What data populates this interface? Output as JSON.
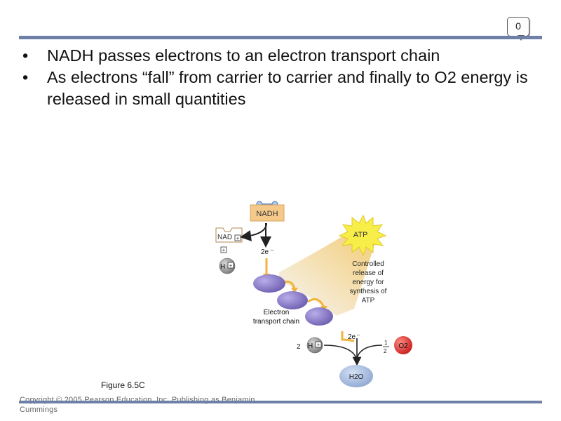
{
  "slide_number": "0",
  "bullets": [
    "NADH passes electrons to an electron transport chain",
    "As electrons “fall” from carrier to carrier and finally to O2 energy is released in small quantities"
  ],
  "diagram": {
    "nadh_label": "NADH",
    "nad_label": "NAD",
    "h_label": "H",
    "electrons_top": "2e",
    "atp_label": "ATP",
    "release_text": [
      "Controlled",
      "release of",
      "energy for",
      "synthesis of",
      "ATP"
    ],
    "chain_label": [
      "Electron",
      "transport chain"
    ],
    "electrons_bottom": "2e",
    "two_label": "2",
    "half_num": "1",
    "half_den": "2",
    "o2_label": "O2",
    "water_label": "H2O"
  },
  "figure_caption": "Figure 6.5C",
  "copyright": "Copyright © 2005 Pearson Education, Inc. Publishing as Benjamin Cummings",
  "colors": {
    "rule": "#6f80a8",
    "nadh_box": "#f4c98a",
    "atp_star": "#f7ee4a",
    "carrier": "#8f7fc6",
    "water": "#9fb5dd",
    "oxygen": "#e23b3b",
    "arrow": "#f0b43c"
  }
}
